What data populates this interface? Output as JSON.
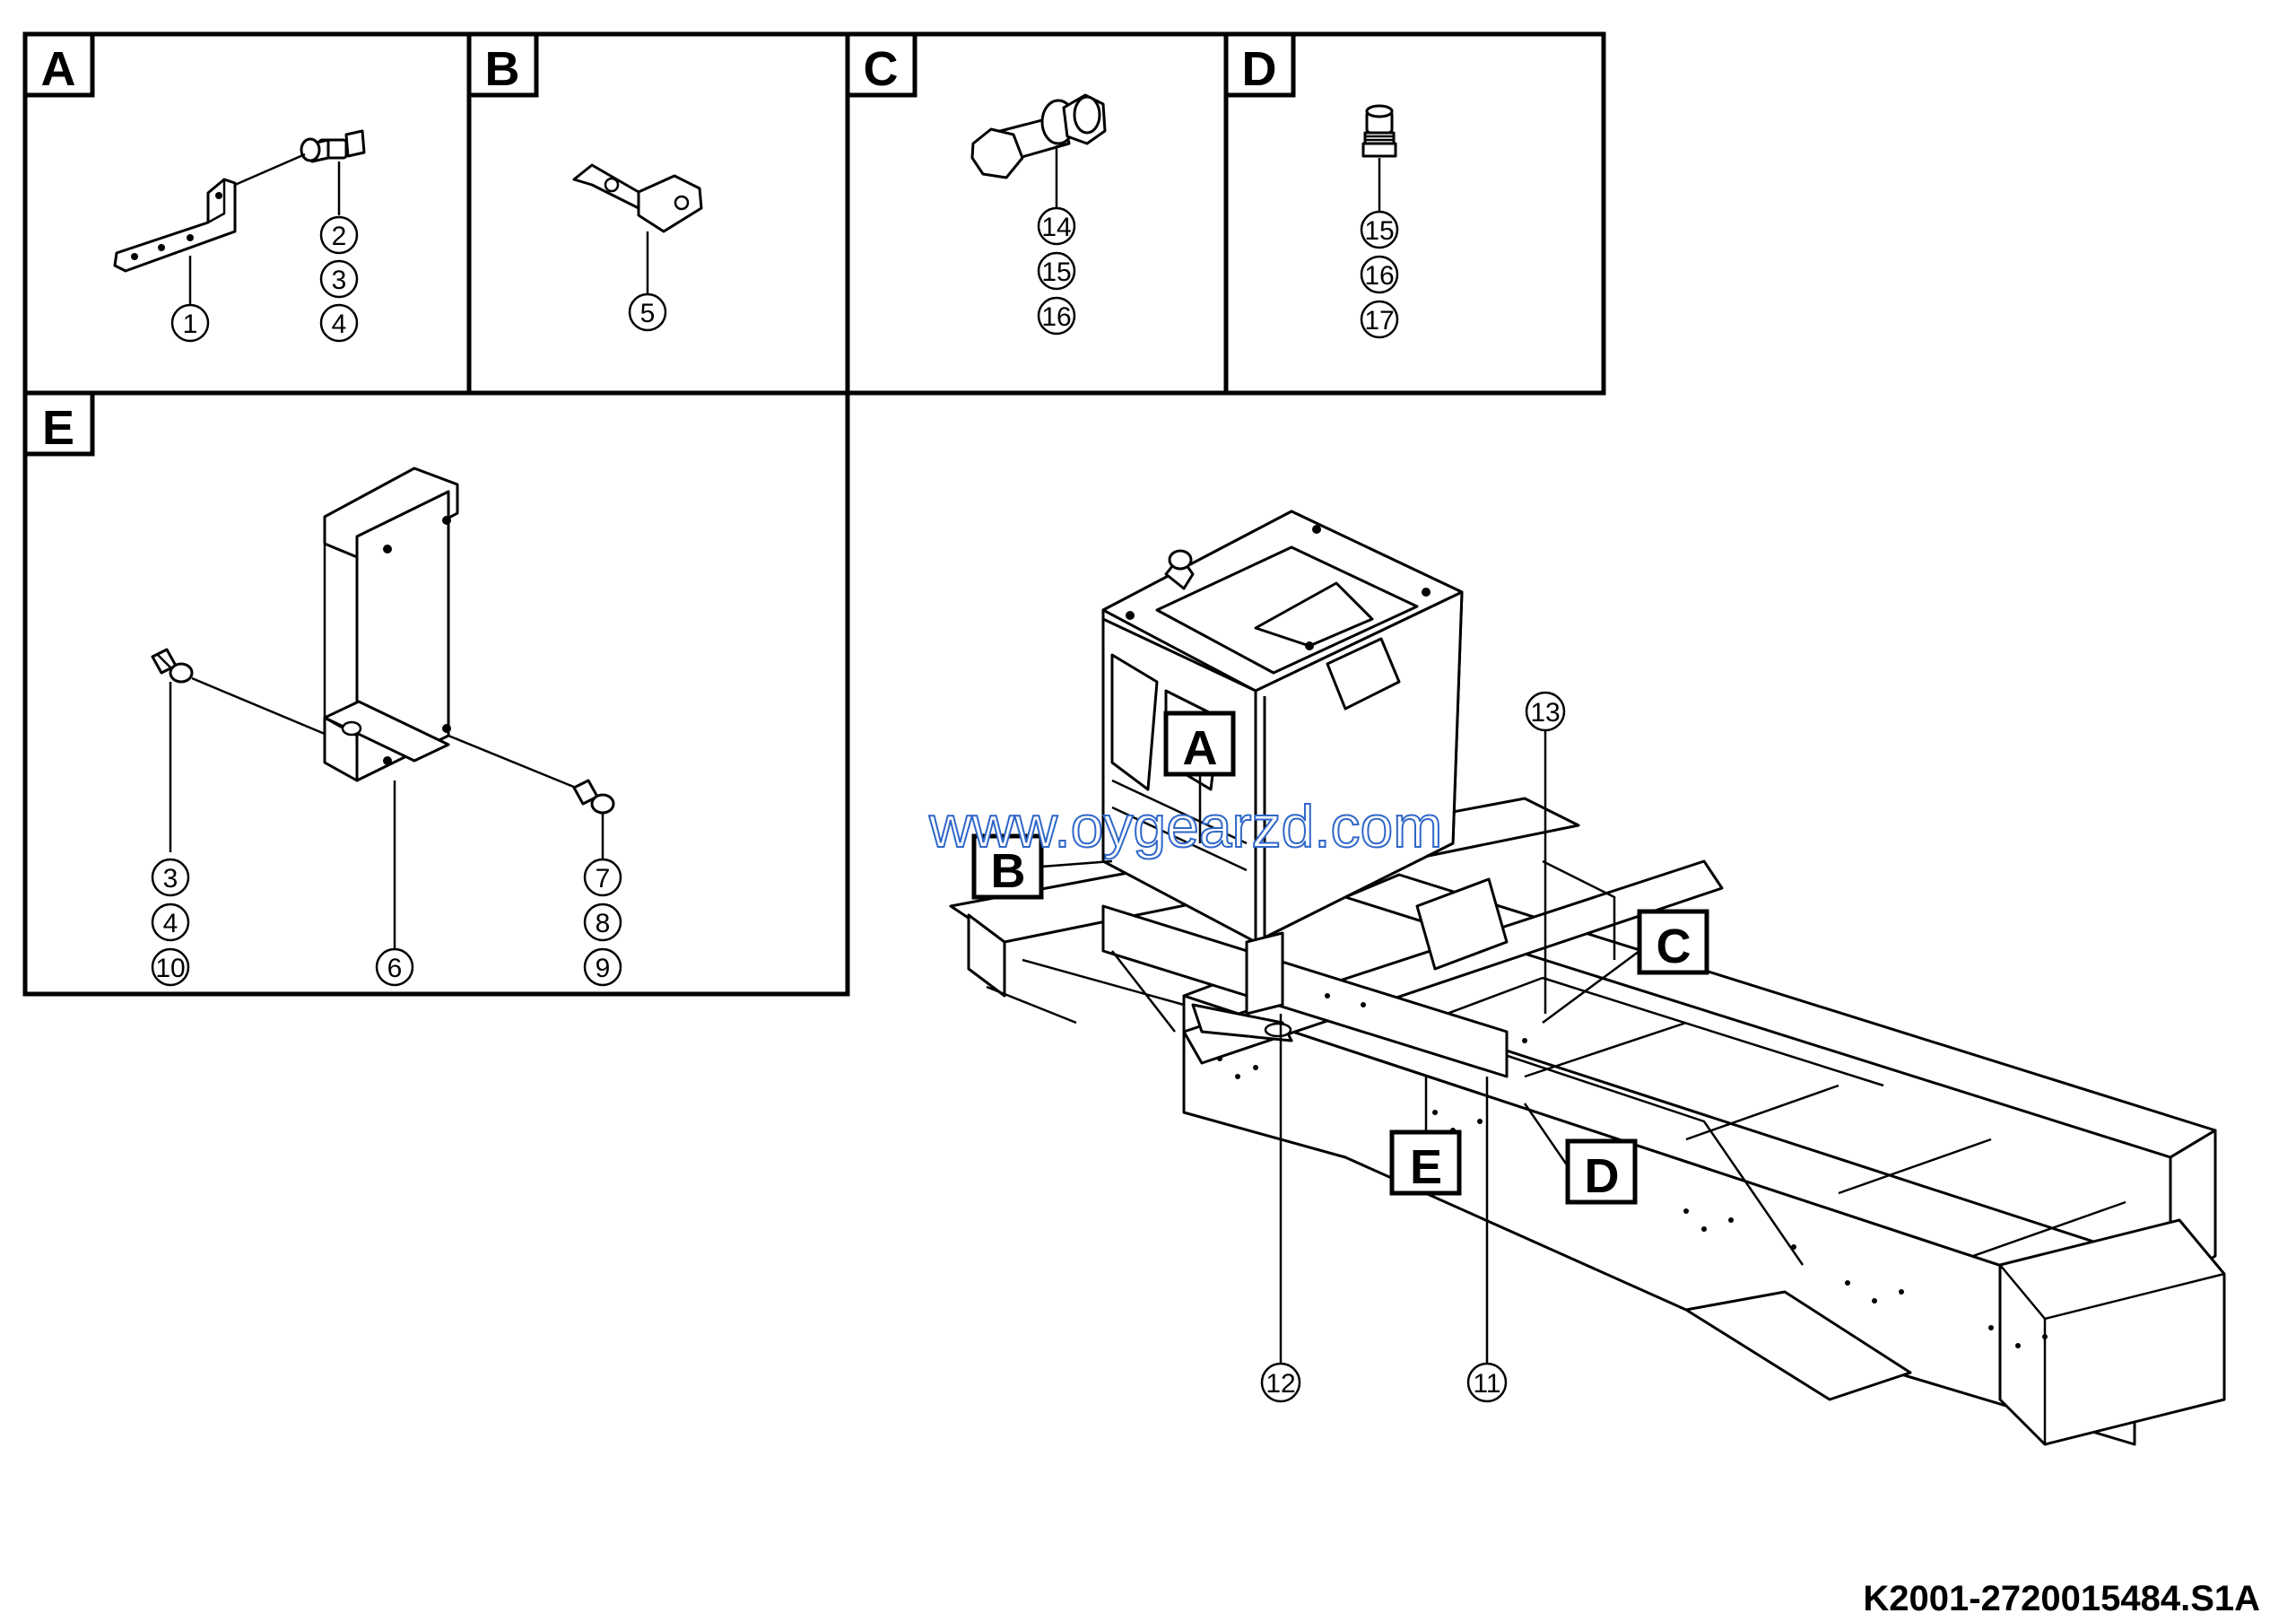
{
  "panels": [
    {
      "letter": "A",
      "callouts": [
        "1",
        "2",
        "3",
        "4"
      ]
    },
    {
      "letter": "B",
      "callouts": [
        "5"
      ]
    },
    {
      "letter": "C",
      "callouts": [
        "14",
        "15",
        "16"
      ]
    },
    {
      "letter": "D",
      "callouts": [
        "15",
        "16",
        "17"
      ]
    },
    {
      "letter": "E",
      "callouts": [
        "3",
        "4",
        "10",
        "6",
        "7",
        "8",
        "9"
      ]
    }
  ],
  "main_view": {
    "location_labels": [
      "A",
      "B",
      "C",
      "D",
      "E"
    ],
    "callouts": [
      "13",
      "12",
      "11"
    ]
  },
  "watermark": "www.oygearzd.com",
  "document_id": "K2001-2720015484.S1A"
}
